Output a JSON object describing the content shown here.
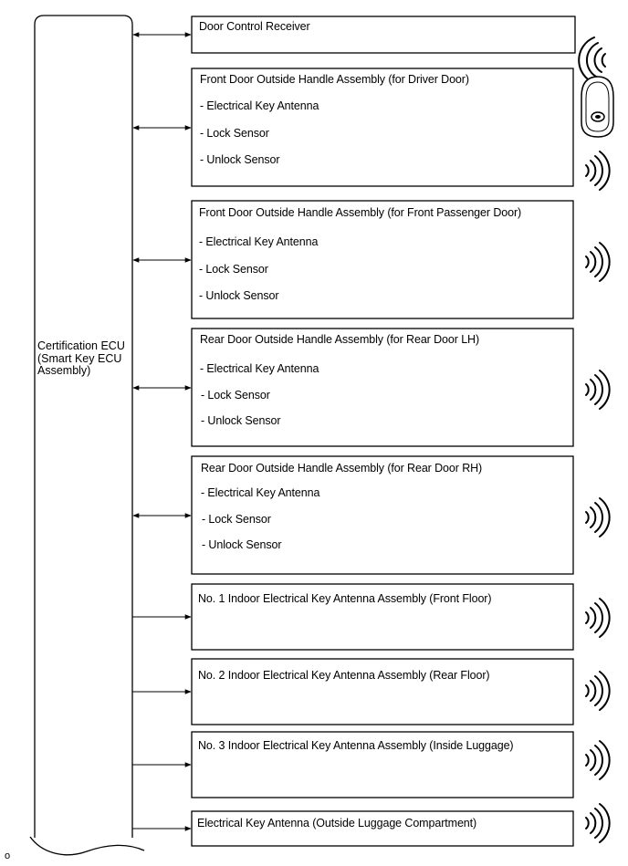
{
  "ecu": {
    "label_lines": [
      "Certification ECU",
      "(Smart Key ECU",
      "Assembly)"
    ]
  },
  "boxes": [
    {
      "title": "Door Control Receiver",
      "items": []
    },
    {
      "title": "Front Door Outside Handle Assembly (for Driver Door)",
      "items": [
        "- Electrical Key Antenna",
        "- Lock Sensor",
        "- Unlock Sensor"
      ]
    },
    {
      "title": "Front Door Outside Handle Assembly (for Front Passenger Door)",
      "items": [
        "- Electrical Key Antenna",
        "- Lock Sensor",
        "- Unlock Sensor"
      ]
    },
    {
      "title": "Rear Door Outside Handle Assembly (for Rear Door LH)",
      "items": [
        "- Electrical Key Antenna",
        "- Lock Sensor",
        "- Unlock Sensor"
      ]
    },
    {
      "title": "Rear Door Outside Handle Assembly (for Rear Door RH)",
      "items": [
        "- Electrical Key Antenna",
        "- Lock Sensor",
        "- Unlock Sensor"
      ]
    },
    {
      "title": "No. 1 Indoor Electrical Key Antenna Assembly (Front Floor)",
      "items": []
    },
    {
      "title": "No. 2 Indoor Electrical Key Antenna Assembly (Rear Floor)",
      "items": []
    },
    {
      "title": "No. 3 Indoor Electrical Key Antenna Assembly (Inside Luggage)",
      "items": []
    },
    {
      "title": "Electrical Key Antenna (Outside Luggage Compartment)",
      "items": []
    }
  ],
  "corner_mark": "o",
  "icons": {
    "wave": "radio-wave-icon",
    "key": "smart-key-fob-icon"
  }
}
